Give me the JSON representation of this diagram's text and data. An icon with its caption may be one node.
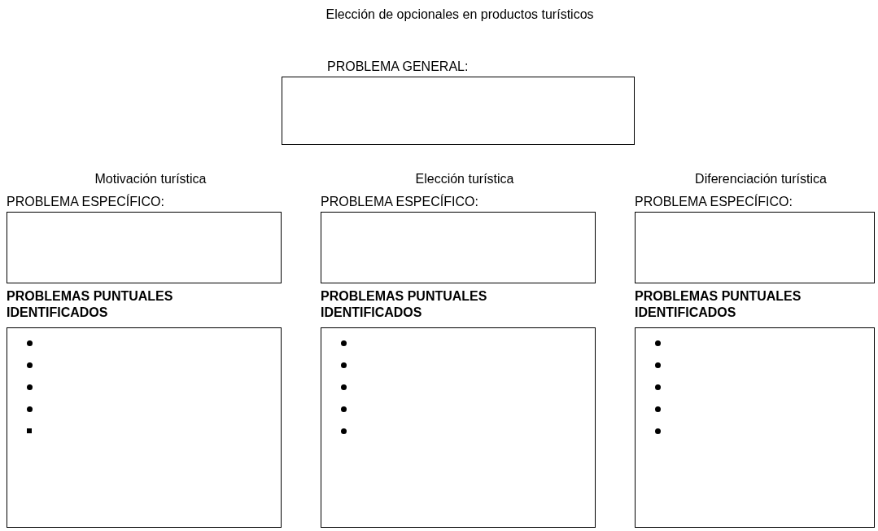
{
  "diagram": {
    "title": "Elección de opcionales en productos turísticos",
    "nodes": [
      {
        "text": [
          "PROBLEMA GENERAL:"
        ]
      },
      {
        "text": [
          "PROBLEMA ESPECÍFICO:"
        ],
        "beside": [
          "Motivación turística"
        ]
      },
      {
        "text": [
          "PROBLEMAS PUNTUALES IDENTIFICADOS"
        ]
      },
      {
        "text": [
          "PROBLEMA ESPECÍFICO:"
        ],
        "beside": [
          "Elección turística"
        ]
      },
      {
        "text": [
          "PROBLEMAS PUNTUALES IDENTIFICADOS"
        ]
      },
      {
        "text": [
          "PROBLEMA ESPECÍFICO:"
        ],
        "beside": [
          "Diferenciación turística"
        ]
      },
      {
        "text": [
          "PROBLEMAS PUNTUALES IDENTIFICADOS"
        ]
      }
    ]
  }
}
